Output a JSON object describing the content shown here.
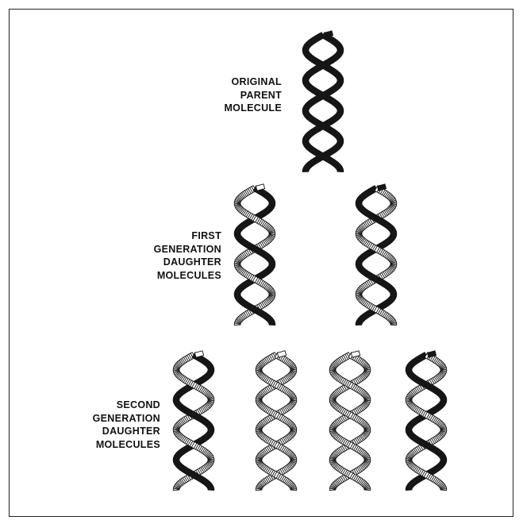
{
  "labels": {
    "original": [
      "ORIGINAL",
      "PARENT",
      "MOLECULE"
    ],
    "first": [
      "FIRST",
      "GENERATION",
      "DAUGHTER",
      "MOLECULES"
    ],
    "second": [
      "SECOND",
      "GENERATION",
      "DAUGHTER",
      "MOLECULES"
    ]
  },
  "colors": {
    "old_strand": "#161616",
    "new_strand": "#ffffff",
    "outline": "#161616",
    "frame": "#222222"
  },
  "molecules": [
    {
      "generation": "original",
      "strands": [
        "old",
        "old"
      ]
    },
    {
      "generation": "first",
      "strands": [
        "old",
        "new"
      ]
    },
    {
      "generation": "first",
      "strands": [
        "new",
        "old"
      ]
    },
    {
      "generation": "second",
      "strands": [
        "old",
        "new"
      ]
    },
    {
      "generation": "second",
      "strands": [
        "new",
        "new"
      ]
    },
    {
      "generation": "second",
      "strands": [
        "new",
        "new"
      ]
    },
    {
      "generation": "second",
      "strands": [
        "new",
        "old"
      ]
    }
  ]
}
